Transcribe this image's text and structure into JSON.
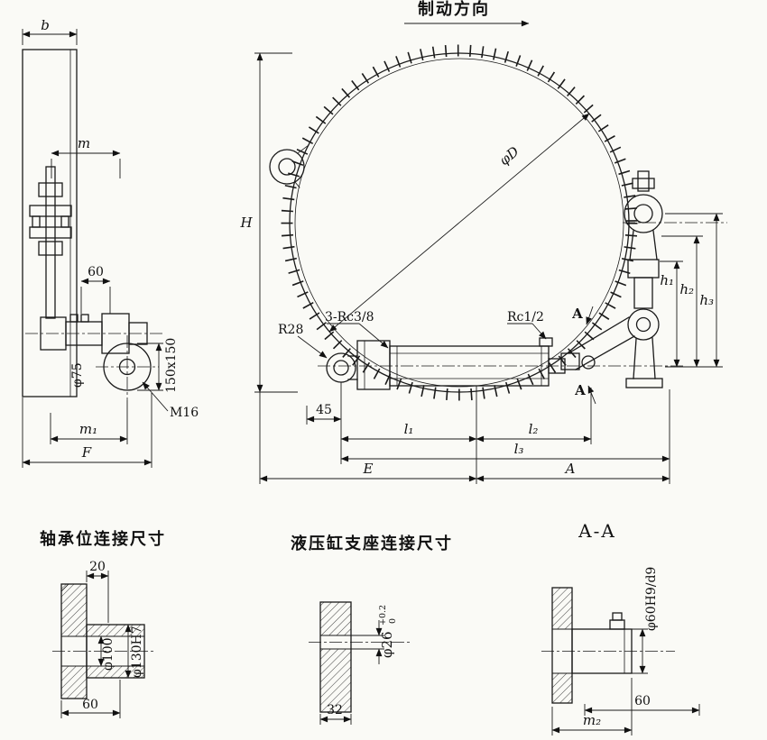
{
  "direction_label": "制动方向",
  "dims": {
    "b": "b",
    "m": "m",
    "left60": "60",
    "phi75": "φ75",
    "m1": "m₁",
    "F": "F",
    "M16": "M16",
    "sq150": "150x150",
    "H": "H",
    "phiD": "φD",
    "h1": "h₁",
    "h2": "h₂",
    "h3": "h₃",
    "R28": "R28",
    "rc38": "3-Rc3/8",
    "rc12": "Rc1/2",
    "sectA": "A",
    "d45": "45",
    "l1": "l₁",
    "l2": "l₂",
    "l3": "l₃",
    "E": "E",
    "A": "A"
  },
  "details": {
    "bearing": {
      "title": "轴承位连接尺寸",
      "d20": "20",
      "phi100": "φ100",
      "phi130": "φ130H7",
      "d60": "60"
    },
    "support": {
      "title": "液压缸支座连接尺寸",
      "phi26": "φ26",
      "tol_plus": "+0.2",
      "tol_zero": "0",
      "d32": "32"
    },
    "section": {
      "title": "A-A",
      "phi60": "φ60H9/d9",
      "d60": "60",
      "m2": "m₂"
    }
  }
}
